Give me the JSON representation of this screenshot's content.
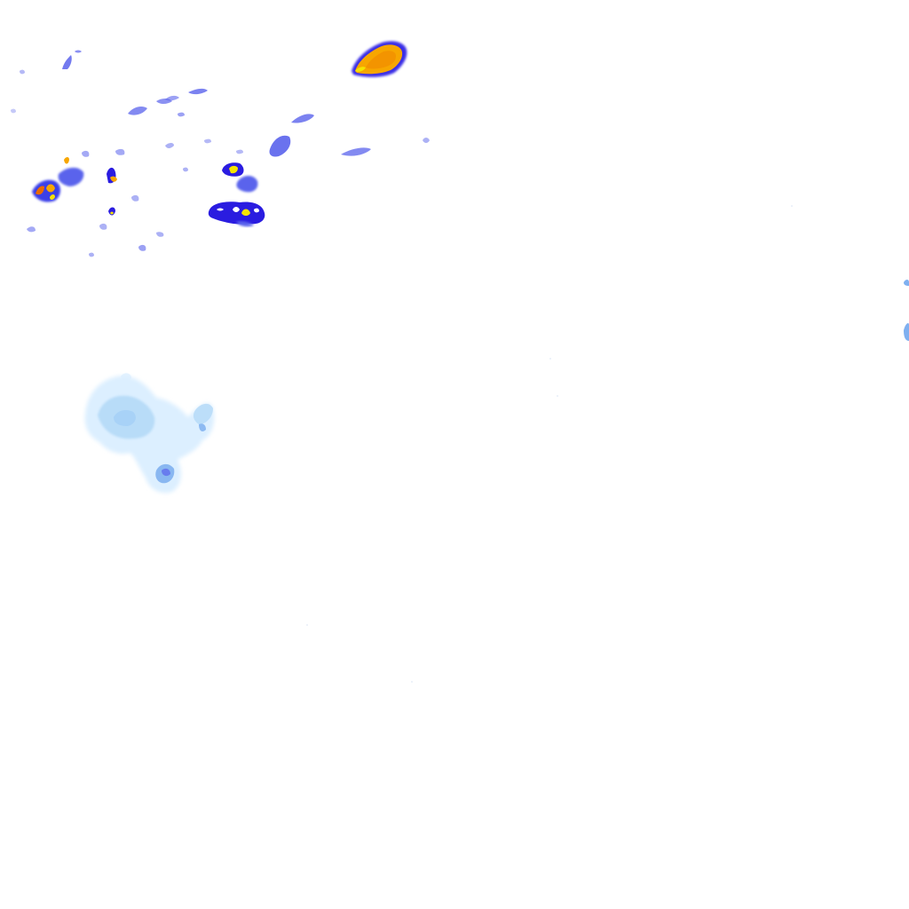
{
  "map": {
    "type": "weather-radar-precipitation-overlay",
    "background": "#ffffff",
    "legend_visible": false,
    "text_labels_visible": false,
    "intensity_palette": {
      "very_light": "#dcefff",
      "light": "#b8dcf8",
      "light_moderate": "#7fb0f0",
      "moderate": "#5a63ec",
      "heavy_core": "#2a1ce0",
      "very_heavy": "#f5e400",
      "intense": "#f7a600",
      "extreme": "#ea6a00"
    },
    "cells": [
      {
        "name": "strong-cell-north",
        "intensity": "intense"
      },
      {
        "name": "cell-cluster-center",
        "intensity": "heavy_core"
      },
      {
        "name": "cell-cluster-center-north",
        "intensity": "very_heavy"
      },
      {
        "name": "cell-band-west",
        "intensity": "extreme"
      },
      {
        "name": "scattered-showers-northwest",
        "intensity": "moderate"
      },
      {
        "name": "light-rain-area-southwest",
        "intensity": "light"
      },
      {
        "name": "edge-echo-east",
        "intensity": "light_moderate"
      }
    ]
  }
}
